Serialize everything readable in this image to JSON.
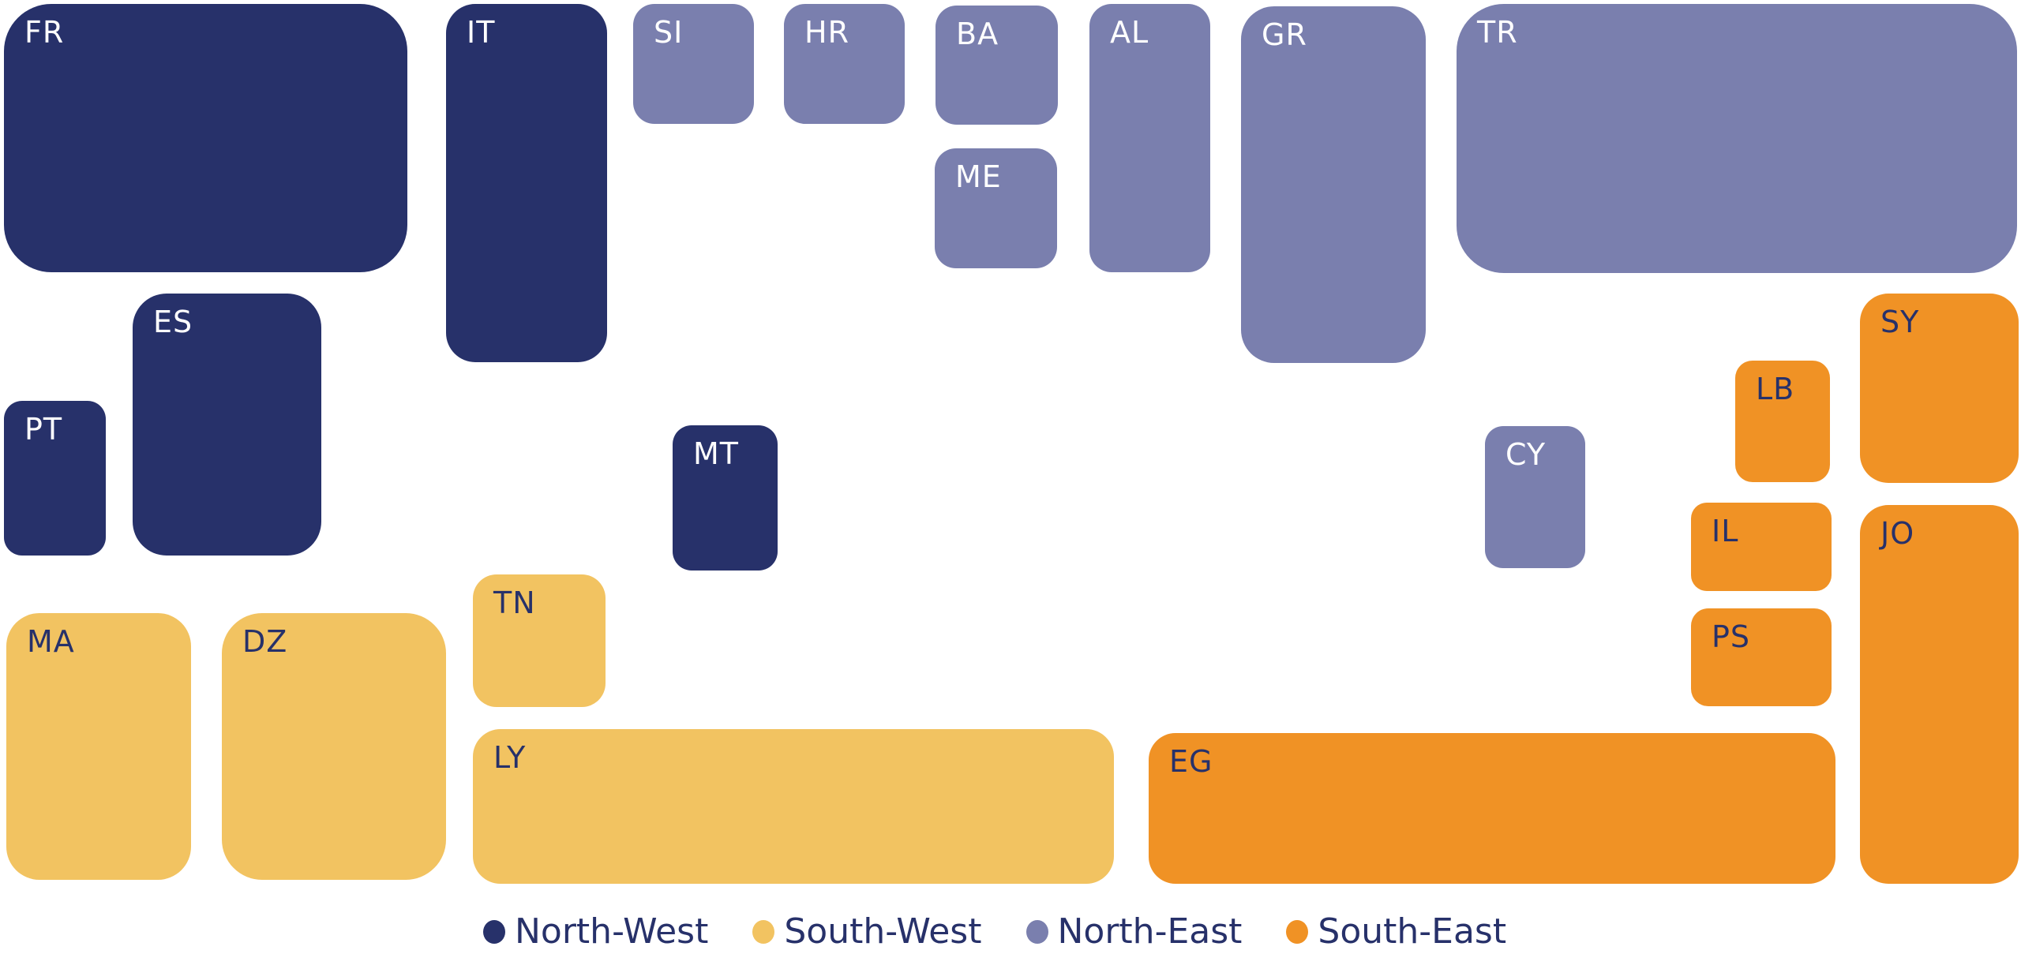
{
  "chart_data": {
    "type": "table",
    "title": "",
    "description": "Tile cartogram of Mediterranean countries grouped by region",
    "regions": [
      {
        "key": "nw",
        "name": "North-West",
        "color": "#27316a",
        "label_color": "#ffffff"
      },
      {
        "key": "sw",
        "name": "South-West",
        "color": "#f2c361",
        "label_color": "#27316a"
      },
      {
        "key": "ne",
        "name": "North-East",
        "color": "#7a7fae",
        "label_color": "#ffffff"
      },
      {
        "key": "se",
        "name": "South-East",
        "color": "#f09225",
        "label_color": "#27316a"
      }
    ],
    "tiles": [
      {
        "code": "FR",
        "region": "nw"
      },
      {
        "code": "IT",
        "region": "nw"
      },
      {
        "code": "SI",
        "region": "ne"
      },
      {
        "code": "HR",
        "region": "ne"
      },
      {
        "code": "BA",
        "region": "ne"
      },
      {
        "code": "ME",
        "region": "ne"
      },
      {
        "code": "AL",
        "region": "ne"
      },
      {
        "code": "GR",
        "region": "ne"
      },
      {
        "code": "TR",
        "region": "ne"
      },
      {
        "code": "ES",
        "region": "nw"
      },
      {
        "code": "PT",
        "region": "nw"
      },
      {
        "code": "MT",
        "region": "nw"
      },
      {
        "code": "CY",
        "region": "ne"
      },
      {
        "code": "LB",
        "region": "se"
      },
      {
        "code": "SY",
        "region": "se"
      },
      {
        "code": "IL",
        "region": "se"
      },
      {
        "code": "JO",
        "region": "se"
      },
      {
        "code": "PS",
        "region": "se"
      },
      {
        "code": "TN",
        "region": "sw"
      },
      {
        "code": "MA",
        "region": "sw"
      },
      {
        "code": "DZ",
        "region": "sw"
      },
      {
        "code": "LY",
        "region": "sw"
      },
      {
        "code": "EG",
        "region": "se"
      }
    ],
    "legend_position": "bottom-center"
  }
}
